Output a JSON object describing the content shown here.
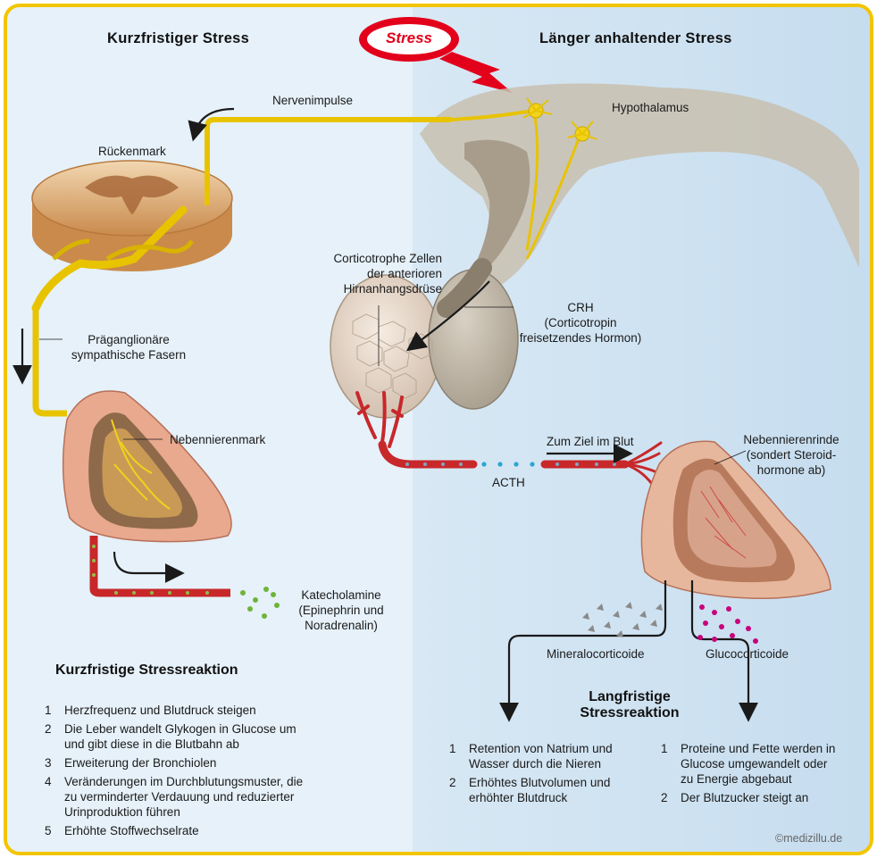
{
  "headers": {
    "short_term": "Kurzfristiger Stress",
    "stress": "Stress",
    "long_term": "Länger anhaltender Stress"
  },
  "labels": {
    "nervenimpulse": "Nervenimpulse",
    "rueckenmark": "Rückenmark",
    "hypothalamus": "Hypothalamus",
    "praeganglionaer": "Präganglionäre\nsympathische Fasern",
    "nebennierenmark": "Nebennierenmark",
    "corticotrophe": "Corticotrophe Zellen\nder anterioren\nHirnanhangsdrüse",
    "crh": "CRH\n(Corticotropin\nfreisetzendes Hormon)",
    "zum_ziel": "Zum Ziel im Blut",
    "acth": "ACTH",
    "nebennierenrinde": "Nebennierenrinde\n(sondert Steroid-\nhormone ab)",
    "katecholamine": "Katecholamine\n(Epinephrin und\nNoradrenalin)",
    "mineralocorticoide": "Mineralocorticoide",
    "glucocorticoide": "Glucocorticoide"
  },
  "short_response": {
    "title": "Kurzfristige Stressreaktion",
    "items": [
      {
        "num": "1",
        "text": "Herzfrequenz und Blutdruck steigen"
      },
      {
        "num": "2",
        "text": "Die Leber wandelt Glykogen in Glucose um und gibt diese in die Blutbahn ab"
      },
      {
        "num": "3",
        "text": "Erweiterung der Bronchiolen"
      },
      {
        "num": "4",
        "text": "Veränderungen im Durchblutungsmuster, die zu verminderter Verdauung und reduzierter Urinproduktion führen"
      },
      {
        "num": "5",
        "text": "Erhöhte Stoffwechselrate"
      }
    ]
  },
  "long_response": {
    "title": "Langfristige\nStressreaktion",
    "mineral_items": [
      {
        "num": "1",
        "text": "Retention von Natrium und Wasser durch die Nieren"
      },
      {
        "num": "2",
        "text": "Erhöhtes Blutvolumen und erhöhter Blutdruck"
      }
    ],
    "gluco_items": [
      {
        "num": "1",
        "text": "Proteine und Fette werden in Glucose umgewandelt oder zu Energie abgebaut"
      },
      {
        "num": "2",
        "text": "Der Blutzucker steigt an"
      }
    ]
  },
  "copyright": "©medizillu.de",
  "colors": {
    "frame": "#f2c500",
    "left_bg": "#e6f1f9",
    "right_bg": "#cfe3f2",
    "nerve": "#e8c300",
    "blood": "#c8282a",
    "stress_red": "#e3001b",
    "mineral_dots": "#8a8a8a",
    "gluco_dots": "#c8007a",
    "catechol_dots": "#6fb33a",
    "acth_dots": "#2aa6d6"
  }
}
